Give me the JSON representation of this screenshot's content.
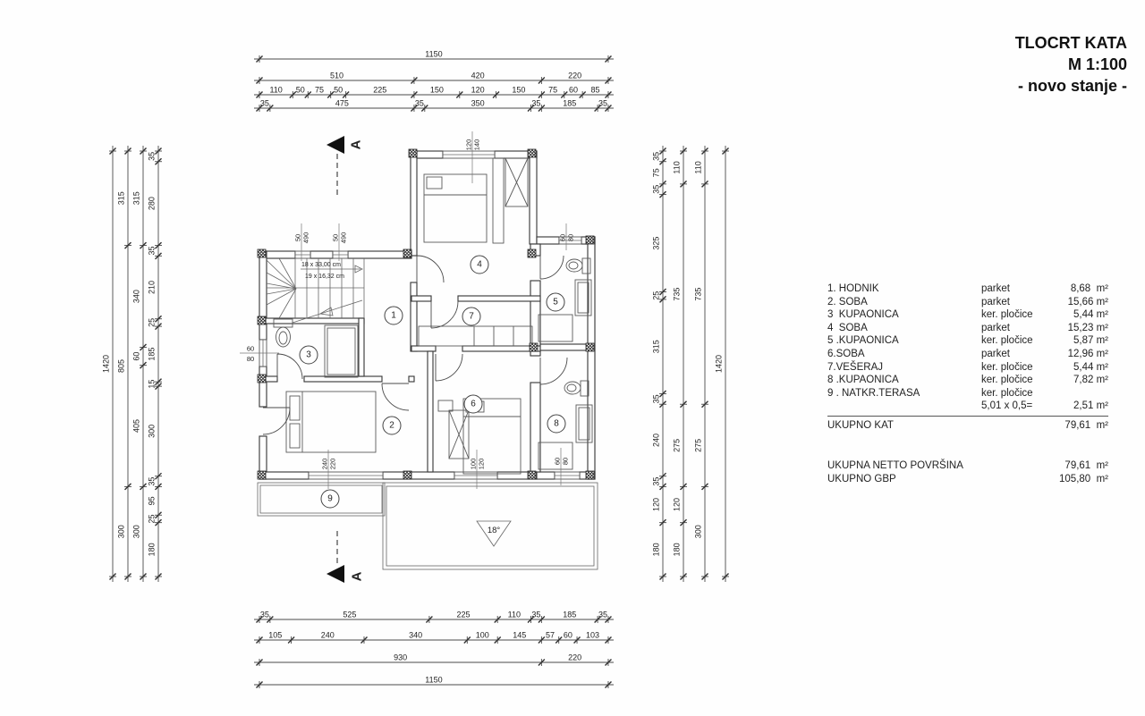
{
  "title_block": {
    "line1": "TLOCRT  KATA",
    "line2": "M 1:100",
    "line3": "- novo stanje -"
  },
  "legend": {
    "rows": [
      {
        "name": "1. HODNIK",
        "material": "parket",
        "area": "8,68  m²"
      },
      {
        "name": "2. SOBA",
        "material": "parket",
        "area": "15,66 m²"
      },
      {
        "name": "3  KUPAONICA",
        "material": "ker. pločice",
        "area": "5,44 m²"
      },
      {
        "name": "4  SOBA",
        "material": "parket",
        "area": "15,23 m²"
      },
      {
        "name": "5 .KUPAONICA",
        "material": "ker. pločice",
        "area": "5,87 m²"
      },
      {
        "name": "6.SOBA",
        "material": "parket",
        "area": "12,96 m²"
      },
      {
        "name": "7.VEŠERAJ",
        "material": "ker. pločice",
        "area": "5,44 m²"
      },
      {
        "name": "8 .KUPAONICA",
        "material": "ker. pločice",
        "area": "7,82 m²"
      },
      {
        "name": "9 . NATKR.TERASA",
        "material": "ker. pločice",
        "area": ""
      },
      {
        "name": "",
        "material": "5,01 x 0,5=",
        "area": "2,51 m²"
      }
    ],
    "total_label": "UKUPNO KAT",
    "total_value": "79,61  m²",
    "netto_label": "UKUPNA NETTO POVRŠINA",
    "netto_value": "79,61  m²",
    "gbp_label": "UKUPNO GBP",
    "gbp_value": "105,80  m²"
  },
  "dimensions": {
    "top_rows": [
      [
        "1150"
      ],
      [
        "510",
        "420",
        "220"
      ],
      [
        "110",
        "50",
        "75",
        "50",
        "225",
        "150",
        "120",
        "150",
        "75",
        "60",
        "85"
      ],
      [
        "35",
        "475",
        "35",
        "350",
        "35",
        "185",
        "35"
      ]
    ],
    "bottom_rows": [
      [
        "35",
        "525",
        "225",
        "110",
        "35",
        "185",
        "35"
      ],
      [
        "105",
        "240",
        "340",
        "100",
        "145",
        "57",
        "60",
        "103"
      ],
      [
        "930",
        "220"
      ],
      [
        "1150"
      ]
    ],
    "left_cols": [
      [
        "1420"
      ],
      [
        "315",
        "805",
        "300"
      ],
      [
        "315",
        "340",
        "60",
        "405",
        "300"
      ],
      [
        "35",
        "280",
        "35",
        "210",
        "25",
        "185",
        "15",
        "300",
        "35",
        "95",
        "25",
        "180"
      ]
    ],
    "right_cols": [
      [
        "35",
        "75",
        "35",
        "325",
        "25",
        "315",
        "35",
        "240",
        "35",
        "120",
        "180"
      ],
      [
        "110",
        "735",
        "275",
        "120",
        "180"
      ],
      [
        "110",
        "735",
        "275",
        "300"
      ],
      [
        "1420"
      ]
    ]
  },
  "room_numbers": [
    "1",
    "2",
    "3",
    "4",
    "5",
    "6",
    "7",
    "8",
    "9"
  ],
  "opening_tags": [
    {
      "a": "50",
      "b": "490"
    },
    {
      "a": "50",
      "b": "490"
    },
    {
      "a": "120",
      "b": "140"
    },
    {
      "a": "60",
      "b": "80"
    },
    {
      "a": "60",
      "b": "80"
    },
    {
      "a": "240",
      "b": "220"
    },
    {
      "a": "100",
      "b": "120"
    },
    {
      "a": "60",
      "b": "80"
    }
  ],
  "stair_note": [
    "18 x 33,00 cm",
    "19 x 16,32 cm"
  ],
  "roof_slope": "18°",
  "section_label": "A"
}
